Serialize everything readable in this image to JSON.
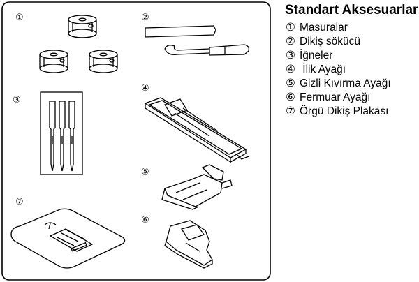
{
  "title": "Standart Aksesuarlar",
  "items": [
    {
      "number": "①",
      "label": "Masuralar"
    },
    {
      "number": "②",
      "label": "Dikiş sökücü"
    },
    {
      "number": "③",
      "label": "İğneler"
    },
    {
      "number": "④",
      "label": " İlik Ayağı"
    },
    {
      "number": "⑤",
      "label": "Gizli Kıvırma Ayağı"
    },
    {
      "number": "⑥",
      "label": "Fermuar Ayağı"
    },
    {
      "number": "⑦",
      "label": "Örgü Dikiş Plakası"
    }
  ],
  "icons": {
    "bobbins": "bobbin-icon",
    "seam_ripper": "seam-ripper-icon",
    "needles": "needle-icon",
    "buttonhole_foot": "buttonhole-foot-icon",
    "blind_hem_foot": "blind-hem-foot-icon",
    "zipper_foot": "zipper-foot-icon",
    "darning_plate": "darning-plate-icon"
  }
}
